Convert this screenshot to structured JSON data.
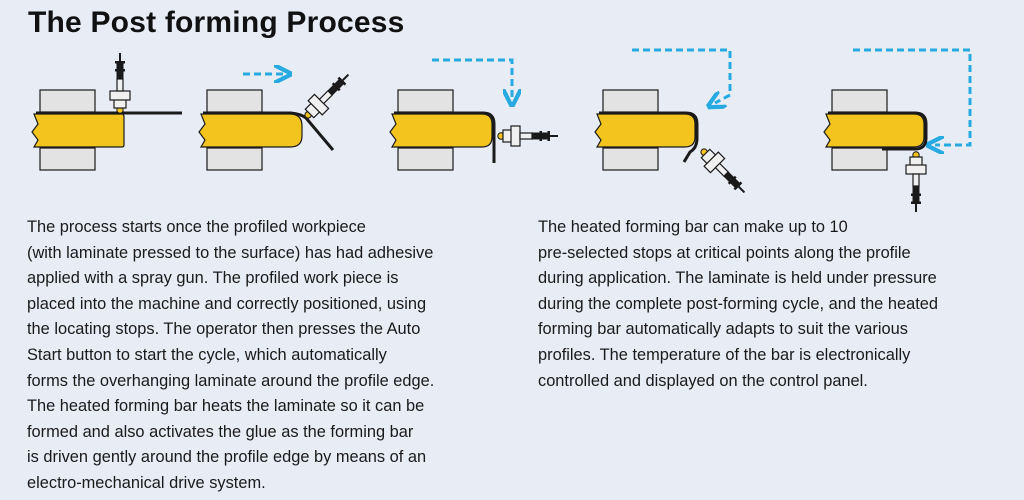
{
  "title": "The Post forming Process",
  "colors": {
    "background": "#e8edf5",
    "workpiece": "#f2c41d",
    "clamp": "#e3e3e3",
    "laminate": "#1a1a1a",
    "arrow": "#27a9e1"
  },
  "steps": [
    {
      "name": "step-1"
    },
    {
      "name": "step-2"
    },
    {
      "name": "step-3"
    },
    {
      "name": "step-4"
    },
    {
      "name": "step-5"
    }
  ],
  "paragraph_left": [
    "The process starts once the profiled workpiece",
    "(with laminate pressed to the surface) has had adhesive",
    "applied with a spray gun. The profiled work piece is",
    "placed into the machine and correctly positioned, using",
    "the locating stops. The operator then presses the Auto",
    "Start button to start the cycle, which automatically",
    "forms the overhanging laminate around the profile edge.",
    "The heated forming bar heats the laminate so it can be",
    "formed and also activates the glue as the forming bar",
    "is driven gently around the profile edge by means of an",
    "electro-mechanical drive system."
  ],
  "paragraph_right": [
    "The heated forming bar can make up to 10",
    "pre-selected stops at critical points along the profile",
    "during application. The laminate is held under pressure",
    "during the complete post-forming cycle, and the heated",
    "forming bar automatically adapts to suit the various",
    "profiles. The temperature of the bar is electronically",
    "controlled and displayed on the control panel."
  ]
}
